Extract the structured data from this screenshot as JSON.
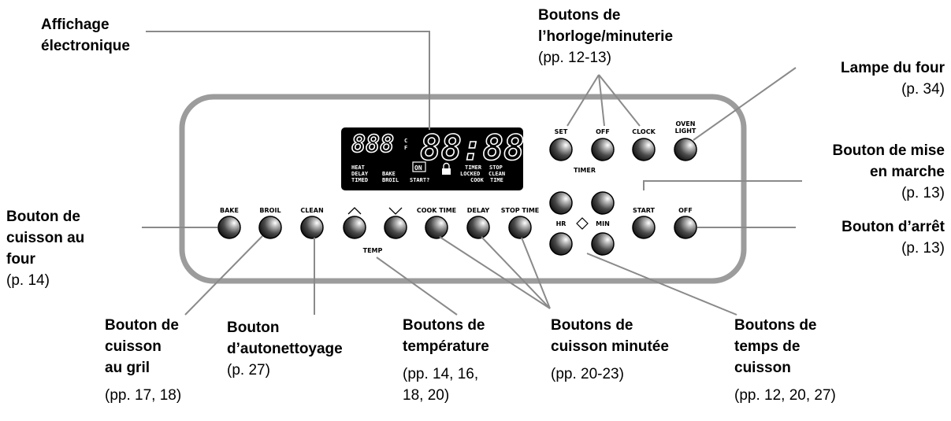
{
  "display": {
    "temp_digits": "888",
    "unit_c": "C",
    "unit_f": "F",
    "clock_digits": "88:88",
    "indicators": {
      "heat": "HEAT",
      "delay": "DELAY",
      "timed": "TIMED",
      "bake": "BAKE",
      "broil": "BROIL",
      "on": "ON",
      "start": "START?",
      "timer": "TIMER",
      "locked": "LOCKED",
      "cook": "COOK",
      "stop": "STOP",
      "clean": "CLEAN",
      "time": "TIME"
    }
  },
  "buttons": {
    "bake": "BAKE",
    "broil": "BROIL",
    "clean": "CLEAN",
    "cook_time": "COOK TIME",
    "delay": "DELAY",
    "stop_time": "STOP TIME",
    "temp": "TEMP",
    "set": "SET",
    "off_timer": "OFF",
    "clock": "CLOCK",
    "oven_light_1": "OVEN",
    "oven_light_2": "LIGHT",
    "timer": "TIMER",
    "hr": "HR",
    "min": "MIN",
    "start": "START",
    "off": "OFF"
  },
  "callouts": {
    "display": {
      "lines": [
        "Affichage",
        "électronique"
      ]
    },
    "clock_timer": {
      "lines": [
        "Boutons de",
        "l’horloge/minuterie"
      ],
      "pages": "(pp. 12-13)"
    },
    "oven_light": {
      "lines": [
        "Lampe du four"
      ],
      "pages": "(p. 34)"
    },
    "start": {
      "lines": [
        "Bouton de mise",
        "en marche"
      ],
      "pages": "(p. 13)"
    },
    "off": {
      "lines": [
        "Bouton d’arrêt"
      ],
      "pages": "(p. 13)"
    },
    "bake": {
      "lines": [
        "Bouton de",
        "cuisson au",
        "four"
      ],
      "pages": "(p. 14)"
    },
    "broil": {
      "lines": [
        "Bouton de",
        "cuisson",
        "au gril"
      ],
      "pages": "(pp. 17, 18)"
    },
    "clean": {
      "lines": [
        "Bouton",
        "d’autonettoyage"
      ],
      "pages": "(p. 27)"
    },
    "temperature": {
      "lines": [
        "Boutons de",
        "température"
      ],
      "pages_lines": [
        "(pp. 14, 16,",
        "18, 20)"
      ]
    },
    "timed_cooking": {
      "lines": [
        "Boutons de",
        "cuisson minutée"
      ],
      "pages": "(pp. 20-23)"
    },
    "cook_time": {
      "lines": [
        "Boutons de",
        "temps de",
        "cuisson"
      ],
      "pages": "(pp. 12, 20, 27)"
    }
  }
}
